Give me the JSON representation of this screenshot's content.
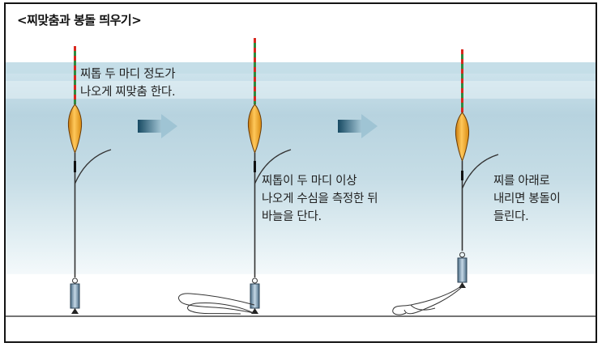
{
  "title": "<찌맞춤과 봉돌 띄우기>",
  "steps": [
    {
      "lines": [
        "찌톱 두 마디 정도가",
        "나오게 찌맞춤 한다."
      ]
    },
    {
      "lines": [
        "찌톱이 두 마디 이상",
        "나오게 수심을 측정한 뒤",
        "바늘을 단다."
      ]
    },
    {
      "lines": [
        "찌를 아래로",
        "내리면 봉돌이",
        "들린다."
      ]
    }
  ],
  "colors": {
    "water_top": "#dcedf3",
    "water_mid": "#b9d5e1",
    "bottom_line": "#222222",
    "float_body": "#f2a31a",
    "arrow": "#1f5872",
    "float_tip_red": "#d8281e",
    "float_tip_green": "#2e8a3e"
  }
}
